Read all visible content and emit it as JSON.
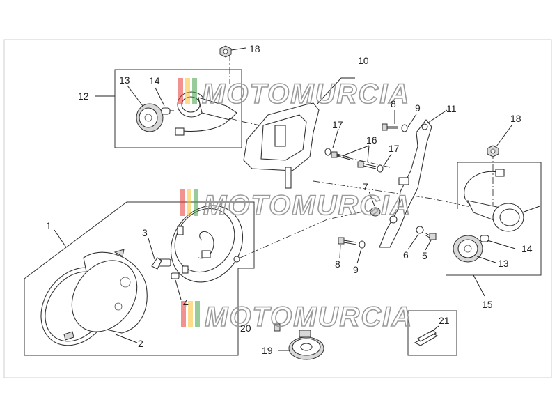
{
  "diagram": {
    "part_numbers": {
      "p1": "1",
      "p2": "2",
      "p3": "3",
      "p4": "4",
      "p5": "5",
      "p6": "6",
      "p7": "7",
      "p8a": "8",
      "p8b": "8",
      "p9a": "9",
      "p9b": "9",
      "p10": "10",
      "p11": "11",
      "p12": "12",
      "p13a": "13",
      "p13b": "13",
      "p14a": "14",
      "p14b": "14",
      "p15": "15",
      "p16": "16",
      "p17a": "17",
      "p17b": "17",
      "p18a": "18",
      "p18b": "18",
      "p19": "19",
      "p20": "20",
      "p21": "21"
    },
    "watermark": "MOTOMURCIA",
    "watermark_colors": [
      "#e53935",
      "#fbc02d",
      "#43a047"
    ]
  }
}
